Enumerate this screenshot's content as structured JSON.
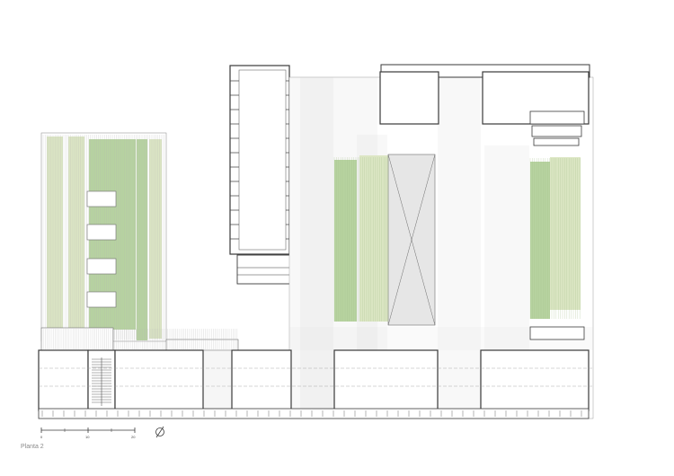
{
  "drawing": {
    "caption": "Planta 2",
    "scale_bar": {
      "ticks": [
        "0",
        "10",
        "20"
      ]
    },
    "north_symbol": "north-arrow-icon",
    "colors": {
      "line": "#3a3a3a",
      "thin_line": "#9a9a9a",
      "green_dark": "#b7d3a0",
      "green_light": "#dce6c4",
      "gray_fill": "#e6e6e6",
      "background": "#ffffff"
    }
  }
}
